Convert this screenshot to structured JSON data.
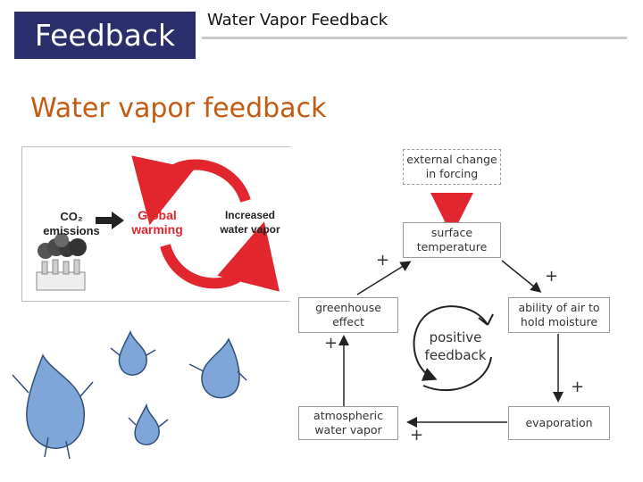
{
  "header": {
    "section_tag": "Feedback",
    "title": "Water Vapor Feedback"
  },
  "slide": {
    "title": "Water vapor feedback"
  },
  "left_figure": {
    "co2_label": "CO₂\nemissions",
    "warming_label": "Global\nwarming",
    "vapor_label": "Increased\nwater vapor",
    "colors": {
      "loop_arrow": "#e1262d",
      "warming_text": "#e1262d"
    }
  },
  "loop_diagram": {
    "forcing_box": "external change\nin forcing",
    "surface_temp_box": "surface\ntemperature",
    "moisture_box": "ability of air to\nhold moisture",
    "evaporation_box": "evaporation",
    "water_vapor_box": "atmospheric\nwater vapor",
    "greenhouse_box": "greenhouse\neffect",
    "center_label": "positive\nfeedback",
    "plus_sign": "+"
  },
  "colors": {
    "tag_bg": "#2a2f6b",
    "title_color": "#c55a11",
    "forcing_arrow": "#e1262d",
    "droplet": "#7fa6d8"
  }
}
